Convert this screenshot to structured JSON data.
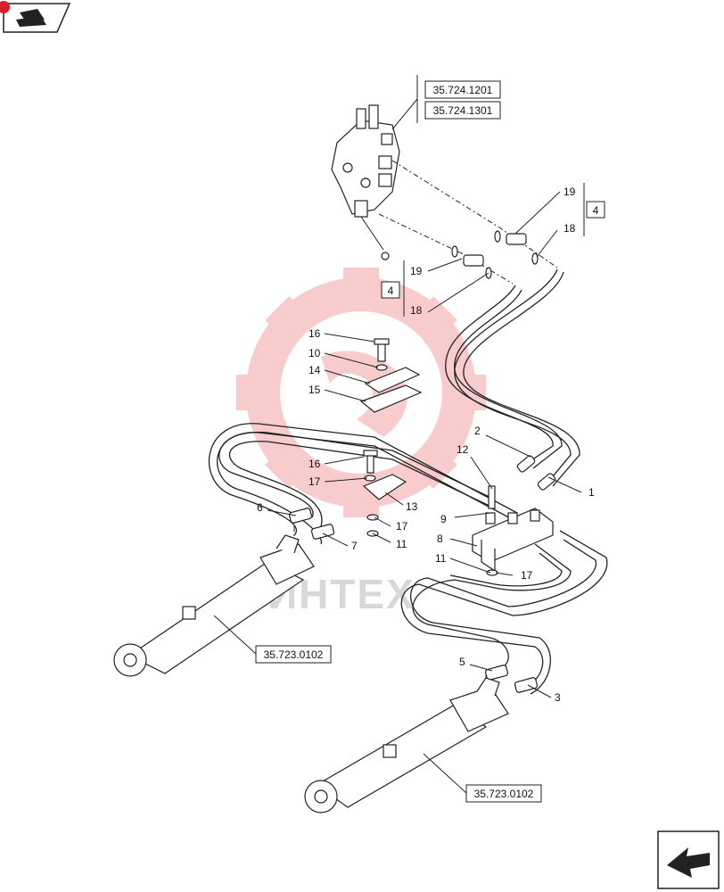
{
  "watermark": {
    "text": "ИНТЕХ"
  },
  "references": {
    "valve_1": "35.724.1201",
    "valve_2": "35.724.1301",
    "cylinder_upper": "35.723.0102",
    "cylinder_lower": "35.723.0102"
  },
  "group_refs": {
    "upper": "4",
    "lower": "4"
  },
  "callouts": {
    "c1": "1",
    "c2": "2",
    "c3": "3",
    "c5": "5",
    "c6": "6",
    "c7": "7",
    "c8": "8",
    "c9": "9",
    "c10": "10",
    "c11a": "11",
    "c11b": "11",
    "c12": "12",
    "c13": "13",
    "c14": "14",
    "c15": "15",
    "c16a": "16",
    "c16b": "16",
    "c17a": "17",
    "c17b": "17",
    "c17c": "17",
    "c18a": "18",
    "c18b": "18",
    "c19a": "19",
    "c19b": "19"
  },
  "icons": {
    "top_left": "book-pencil-icon",
    "bottom_right": "next-arrow-icon"
  },
  "colors": {
    "watermark": "#f4a3a3",
    "line": "#222222",
    "badge": "#d81e2b"
  }
}
